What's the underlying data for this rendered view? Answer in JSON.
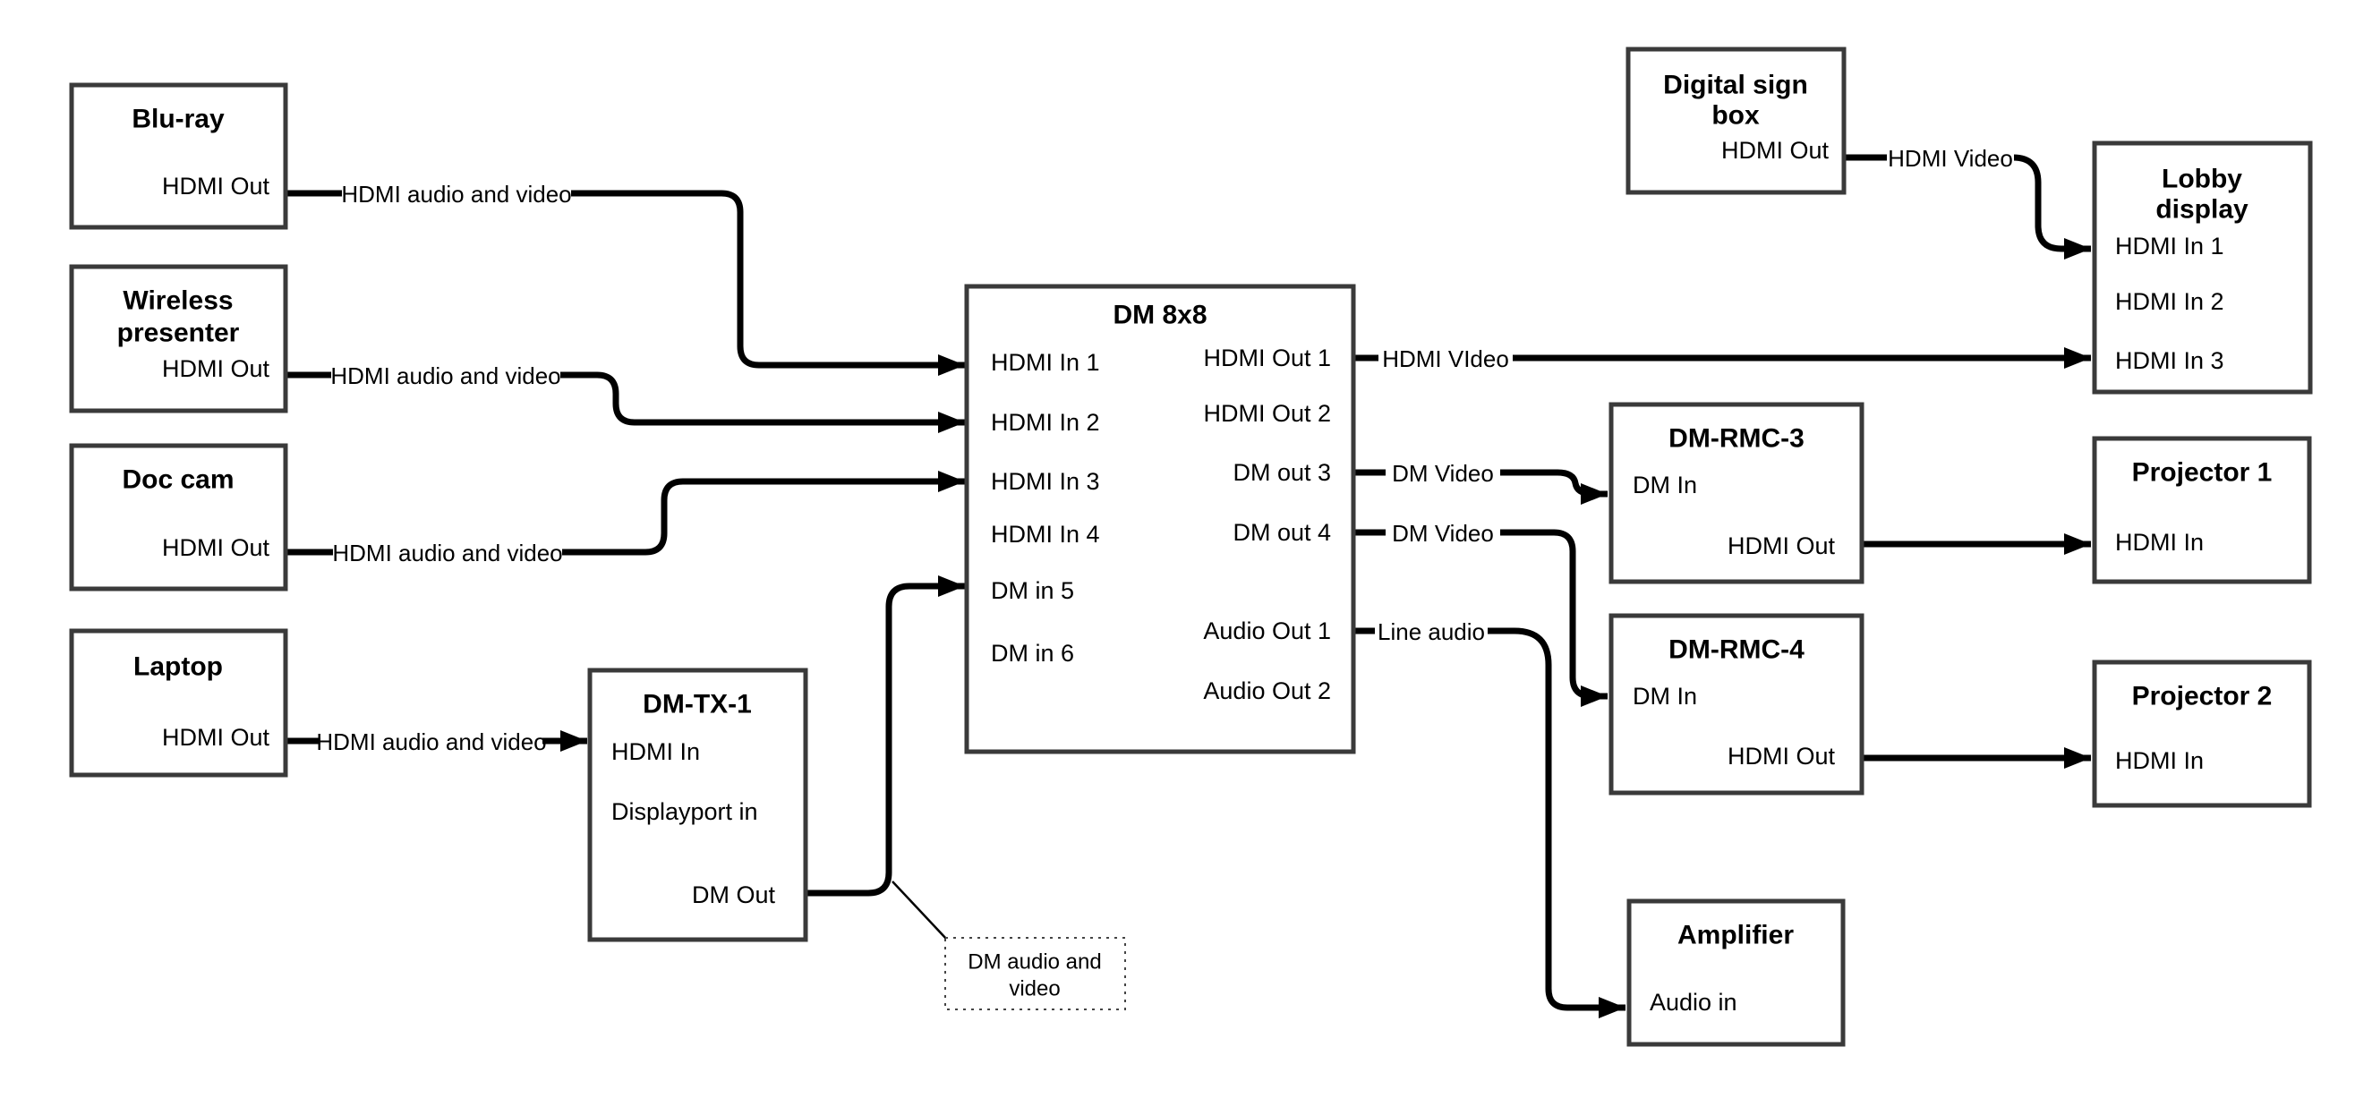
{
  "nodes": {
    "bluray": {
      "title": "Blu-ray",
      "ports": {
        "hdmi_out": "HDMI Out"
      }
    },
    "wireless": {
      "title_lines": [
        "Wireless",
        "presenter"
      ],
      "ports": {
        "hdmi_out": "HDMI Out"
      }
    },
    "doccam": {
      "title": "Doc cam",
      "ports": {
        "hdmi_out": "HDMI Out"
      }
    },
    "laptop": {
      "title": "Laptop",
      "ports": {
        "hdmi_out": "HDMI Out"
      }
    },
    "dmtx1": {
      "title": "DM-TX-1",
      "ports": {
        "hdmi_in": "HDMI In",
        "dp_in": "Displayport in",
        "dm_out": "DM Out"
      }
    },
    "dm8x8": {
      "title": "DM 8x8",
      "ports_left": [
        "HDMI In 1",
        "HDMI In 2",
        "HDMI In 3",
        "HDMI In 4",
        "DM in 5",
        "DM in 6"
      ],
      "ports_right": [
        "HDMI Out 1",
        "HDMI Out 2",
        "DM out 3",
        "DM out 4",
        "Audio Out 1",
        "Audio Out 2"
      ]
    },
    "digital_sign": {
      "title_lines": [
        "Digital sign",
        "box"
      ],
      "ports": {
        "hdmi_out": "HDMI Out"
      }
    },
    "lobby": {
      "title_lines": [
        "Lobby",
        "display"
      ],
      "ports": [
        "HDMI In 1",
        "HDMI In 2",
        "HDMI In 3"
      ]
    },
    "dmrmc3": {
      "title": "DM-RMC-3",
      "ports": {
        "dm_in": "DM In",
        "hdmi_out": "HDMI Out"
      }
    },
    "dmrmc4": {
      "title": "DM-RMC-4",
      "ports": {
        "dm_in": "DM In",
        "hdmi_out": "HDMI Out"
      }
    },
    "proj1": {
      "title": "Projector 1",
      "ports": {
        "hdmi_in": "HDMI In"
      }
    },
    "proj2": {
      "title": "Projector 2",
      "ports": {
        "hdmi_in": "HDMI In"
      }
    },
    "amp": {
      "title": "Amplifier",
      "ports": {
        "audio_in": "Audio in"
      }
    }
  },
  "edge_labels": {
    "bluray_dm": "HDMI audio and video",
    "wireless_dm": "HDMI audio and video",
    "doccam_dm": "HDMI audio and video",
    "laptop_tx": "HDMI audio and video",
    "hdmi_out1": "HDMI VIdeo",
    "dm_out3": "DM Video",
    "dm_out4": "DM Video",
    "audio_out1": "Line audio",
    "sign_lobby": "HDMI Video"
  },
  "annotation": {
    "lines": [
      "DM audio and",
      "video"
    ]
  },
  "colors": {
    "line": "#000000",
    "border": "#3a3a3a",
    "background": "#ffffff",
    "text": "#000000"
  }
}
